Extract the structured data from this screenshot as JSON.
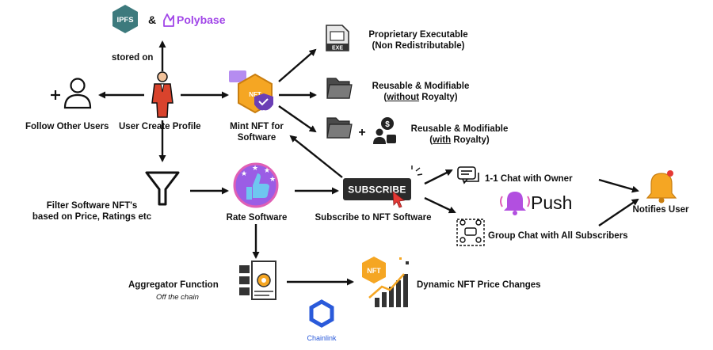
{
  "header": {
    "ipfs_logo_text": "IPFS",
    "ampersand": "&",
    "polybase_text": "Polybase",
    "stored_on": "stored on"
  },
  "nodes": {
    "follow": "Follow Other Users",
    "profile": "User Create Profile",
    "mint_line1": "Mint NFT for",
    "mint_line2": "Software",
    "exe_line1": "Proprietary Executable",
    "exe_line2": "(Non Redistributable)",
    "reuse_nr_line1": "Reusable & Modifiable",
    "reuse_nr_open": "(",
    "reuse_nr_em": "without",
    "reuse_nr_rest": " Royalty)",
    "plus": "+",
    "reuse_r_line1": "Reusable & Modifiable",
    "reuse_r_open": "(",
    "reuse_r_em": "with",
    "reuse_r_rest": " Royalty)",
    "filter_line1": "Filter Software NFT's",
    "filter_line2": "based on Price, Ratings etc",
    "rate": "Rate Software",
    "subscribe_btn": "SUBSCRIBE",
    "subscribe_label": "Subscribe to NFT Software",
    "chat_owner": "1-1 Chat with Owner",
    "push": "Push",
    "group_chat": "Group Chat with All Subscribers",
    "notifies": "Notifies User",
    "aggregator": "Aggregator Function",
    "off_chain": "Off the chain",
    "dynamic": "Dynamic NFT Price Changes",
    "chainlink": "Chainlink",
    "exe_icon_text": "EXE",
    "nft_icon_text": "NFT",
    "nft_card_text": "NFT",
    "dollar": "$"
  },
  "colors": {
    "arrow": "#111111",
    "ipfs": "#3d7a7d",
    "polybase": "#a146e8",
    "person_red": "#d9432c",
    "subscribe_bg": "#2b2b2b",
    "push_purple": "#b24fe0",
    "bell": "#f5a623",
    "chainlink": "#2a5ada",
    "nft_orange": "#f5a623"
  }
}
